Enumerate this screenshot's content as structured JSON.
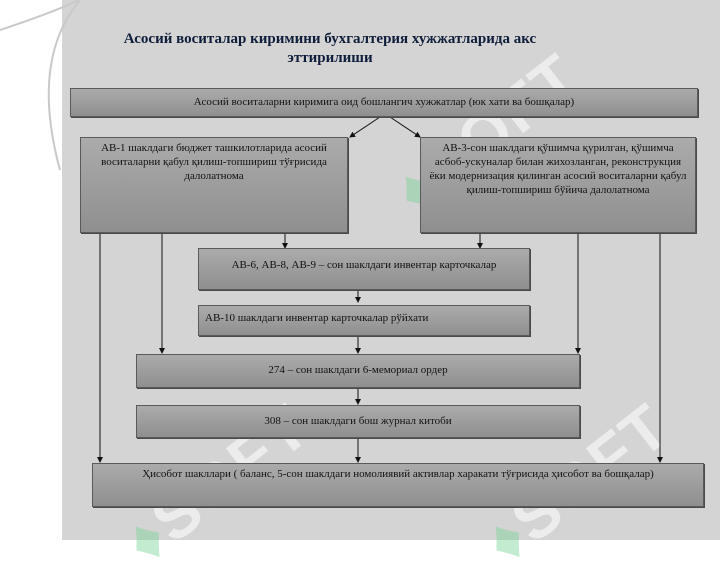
{
  "title": "Асосий воситалар киримини бухгалтерия хужжатларида акс эттирилиши",
  "boxes": {
    "top": "Асосий воситаларни киримига оид бошлангич хужжатлар (юк хати ва бошқалар)",
    "ab1": "АВ-1 шаклдаги бюджет ташкилотларида асосий воситаларни қабул қилиш-топшириш тўғрисида далолатнома",
    "ab3": "АВ-3-сон шаклдаги қўшимча қурилган, қўшимча асбоб-ускуналар билан жихозланган, реконструкция ёки модернизация қилинган асосий воситаларни қабул қилиш-топшириш бўйича далолатнома",
    "ab6": "АВ-6, АВ-8, АВ-9 – сон шаклдаги  инвентар карточкалар",
    "ab10": "АВ-10 шаклдаги инвентар карточкалар рўйхати",
    "memo": "274 – сон шаклдаги 6-мемориал ордер",
    "journal": "308 – сон шаклдаги бош журнал китоби",
    "report": "Ҳисобот шакллари ( баланс, 5-сон шаклдаги номолиявий активлар харакати тўғрисида ҳисобот ва бошқалар)"
  }
}
